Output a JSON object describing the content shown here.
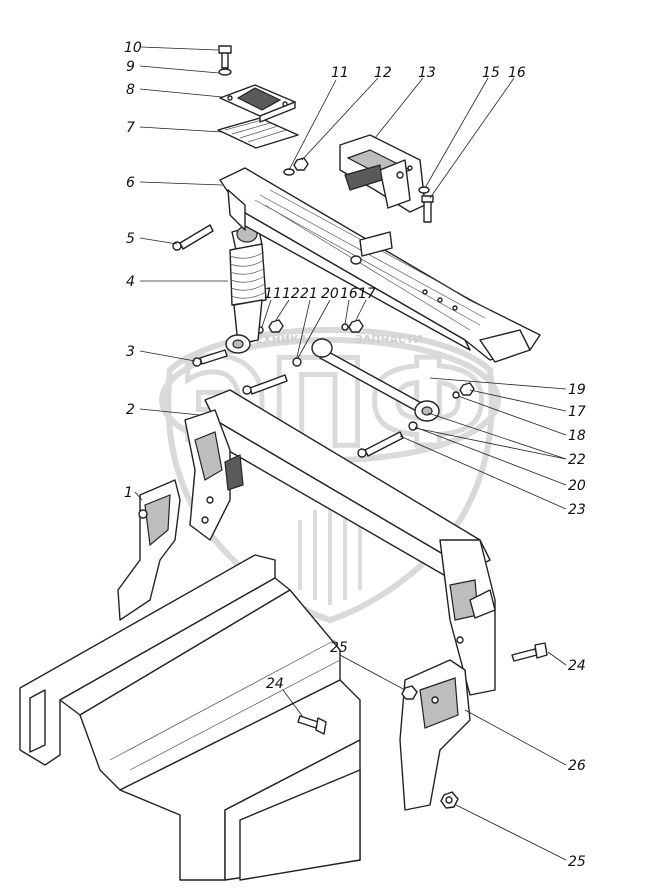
{
  "watermark": {
    "logo_text": "ЭПФ",
    "left_text": "ТЕХНИКА",
    "right_text": "ЗАПЧАСТИ"
  },
  "callouts": [
    {
      "id": "c10a",
      "label": "10"
    },
    {
      "id": "c9",
      "label": "9"
    },
    {
      "id": "c8",
      "label": "8"
    },
    {
      "id": "c7",
      "label": "7"
    },
    {
      "id": "c6",
      "label": "6"
    },
    {
      "id": "c5",
      "label": "5"
    },
    {
      "id": "c4",
      "label": "4"
    },
    {
      "id": "c3",
      "label": "3"
    },
    {
      "id": "c2",
      "label": "2"
    },
    {
      "id": "c1",
      "label": "1"
    },
    {
      "id": "c11a",
      "label": "11"
    },
    {
      "id": "c12a",
      "label": "12"
    },
    {
      "id": "c13",
      "label": "13"
    },
    {
      "id": "c15",
      "label": "15"
    },
    {
      "id": "c16a",
      "label": "16"
    },
    {
      "id": "c11b",
      "label": "11"
    },
    {
      "id": "c12b",
      "label": "12"
    },
    {
      "id": "c21",
      "label": "21"
    },
    {
      "id": "c20a",
      "label": "20"
    },
    {
      "id": "c16b",
      "label": "16"
    },
    {
      "id": "c17a",
      "label": "17"
    },
    {
      "id": "c19",
      "label": "19"
    },
    {
      "id": "c17b",
      "label": "17"
    },
    {
      "id": "c18",
      "label": "18"
    },
    {
      "id": "c22",
      "label": "22"
    },
    {
      "id": "c20b",
      "label": "20"
    },
    {
      "id": "c23",
      "label": "23"
    },
    {
      "id": "c24a",
      "label": "24"
    },
    {
      "id": "c24b",
      "label": "24"
    },
    {
      "id": "c25a",
      "label": "25"
    },
    {
      "id": "c26",
      "label": "26"
    },
    {
      "id": "c25b",
      "label": "25"
    }
  ]
}
